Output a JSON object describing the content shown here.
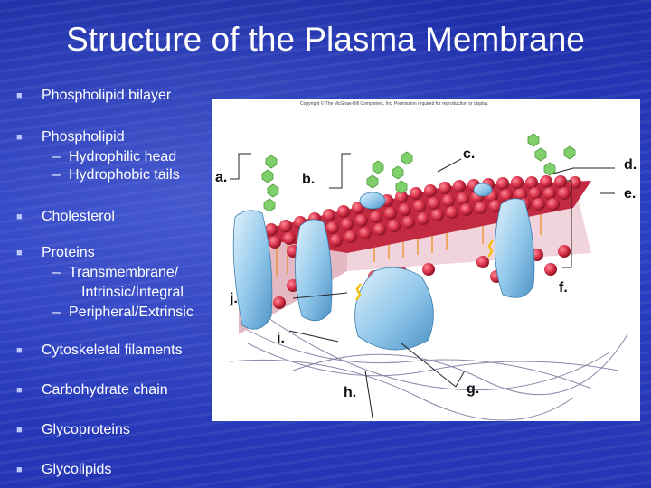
{
  "title": "Structure of the Plasma Membrane",
  "bullets": [
    {
      "text": "Phospholipid bilayer",
      "subs": []
    },
    {
      "text": "Phospholipid",
      "subs": [
        "Hydrophilic head",
        "Hydrophobic tails"
      ]
    },
    {
      "text": "Cholesterol",
      "subs": []
    },
    {
      "text": "Proteins",
      "subs": [
        "Transmembrane/",
        "Intrinsic/Integral",
        "Peripheral/Extrinsic"
      ]
    },
    {
      "text": "Cytoskeletal filaments",
      "subs": []
    },
    {
      "text": "Carbohydrate chain",
      "subs": []
    },
    {
      "text": "Glycoproteins",
      "subs": []
    },
    {
      "text": "Glycolipids",
      "subs": []
    }
  ],
  "figure": {
    "copyright": "Copyright © The McGraw-Hill Companies, Inc. Permission required for reproduction or display.",
    "labels": {
      "a": "a.",
      "b": "b.",
      "c": "c.",
      "d": "d.",
      "e": "e.",
      "f": "f.",
      "g": "g.",
      "h": "h.",
      "i": "i.",
      "j": "j."
    }
  },
  "colors": {
    "background": "#2436b4",
    "text": "#ffffff",
    "bullet_mark": "#b8c4ff",
    "head": "#d8324a",
    "tail": "#e8902a",
    "protein": "#8fc6ea",
    "sugar": "#7fcf6a"
  }
}
